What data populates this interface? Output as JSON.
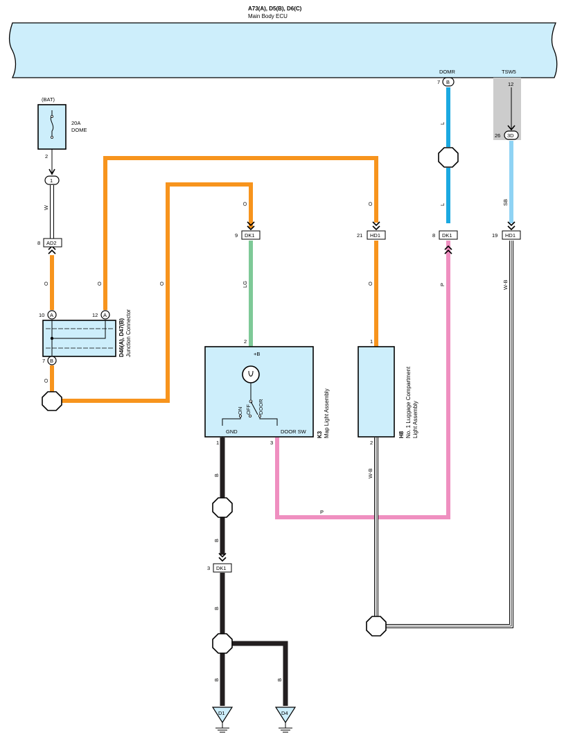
{
  "ecu": {
    "title": "A73(A), D5(B), D6(C)",
    "subtitle": "Main Body ECU"
  },
  "fuse": {
    "source": "(BAT)",
    "rating": "20A",
    "name": "DOME",
    "pin": "2"
  },
  "junction": {
    "title": "D46(A), D47(B)",
    "subtitle": "Junction Connector"
  },
  "map_light": {
    "code": "K3",
    "name": "Map Light Assembly"
  },
  "luggage_light": {
    "code": "H8",
    "name1": "No. 1 Luggage Compartment",
    "name2": "Light Assembly"
  },
  "terminals": {
    "plus_b": "+B",
    "on": "ON",
    "off": "OFF",
    "door": "DOOR",
    "gnd": "GND",
    "door_sw": "DOOR SW",
    "domr": "DOMR",
    "tsw5": "TSW5",
    "tsw5_pin": "12"
  },
  "connectors": {
    "c1": "1",
    "ad2": "AD2",
    "ad2_pin": "8",
    "dk1": "DK1",
    "dk1_pin_map": "9",
    "dk1_pin_domr": "8",
    "dk1_pin_gnd": "3",
    "hd1": "HD1",
    "hd1_pin_o": "21",
    "hd1_pin_wb": "19",
    "ja": "A",
    "ja_pin10": "10",
    "ja_pin12": "12",
    "jb": "B",
    "jb_pin7": "7",
    "ecu_b": "B",
    "ecu_b_pin": "7",
    "ecu_3d": "3D",
    "ecu_3d_pin": "26",
    "map_pin2": "2",
    "map_pin1": "1",
    "map_pin3": "3",
    "lug_pin1": "1",
    "lug_pin2": "2"
  },
  "wire_colors": {
    "w": "W",
    "o": "O",
    "lg": "LG",
    "l": "L",
    "sb": "SB",
    "wb": "W-B",
    "p": "P",
    "b": "B"
  },
  "grounds": {
    "d1": "D1",
    "d4": "D4"
  },
  "colors": {
    "ecu_fill": "#cdeefb",
    "orange": "#f7941d",
    "green": "#7ec997",
    "blue": "#1ba9e1",
    "light_blue": "#8fd3f4",
    "pink": "#ef8fc0",
    "black": "#231f20",
    "gray": "#cccccc"
  },
  "icons": {
    "fuse": "fuse-icon",
    "bulb": "bulb-icon",
    "switch": "door-switch-icon",
    "ground": "ground-icon"
  }
}
